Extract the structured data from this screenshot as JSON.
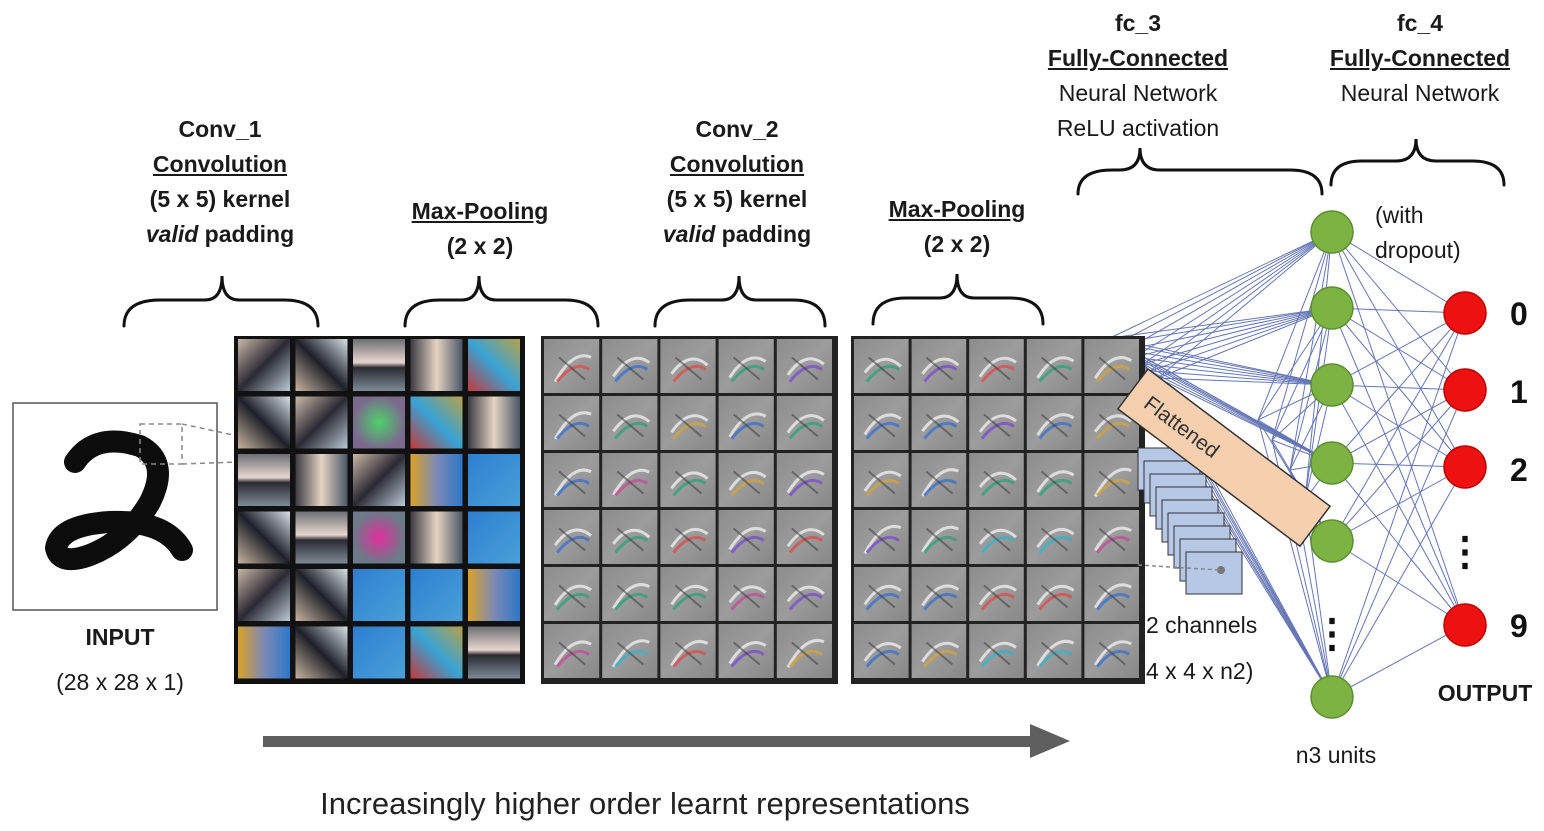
{
  "colors": {
    "neuron_hidden": "#7cb342",
    "neuron_output": "#ee1111",
    "connections": "#4a5fa8",
    "flatten_bar": "#f6cfae",
    "feature_maps": "#b7c7e6",
    "arrow": "#5f5f5f"
  },
  "layers": {
    "conv1": {
      "name": "Conv_1",
      "type": "Convolution",
      "kernel": "(5 x 5) kernel",
      "pad_word": "valid",
      "pad_rest": " padding"
    },
    "pool1": {
      "type": "Max-Pooling",
      "size": "(2 x 2)"
    },
    "conv2": {
      "name": "Conv_2",
      "type": "Convolution",
      "kernel": "(5 x 5) kernel",
      "pad_word": "valid",
      "pad_rest": " padding"
    },
    "pool2": {
      "type": "Max-Pooling",
      "size": "(2 x 2)"
    },
    "fc3": {
      "name": "fc_3",
      "type": "Fully-Connected",
      "line1": "Neural Network",
      "line2": "ReLU activation"
    },
    "fc4": {
      "name": "fc_4",
      "type": "Fully-Connected",
      "line1": "Neural Network"
    }
  },
  "input": {
    "label": "INPUT",
    "dims": "(28 x 28 x 1)"
  },
  "flatten": {
    "label": "Flattened",
    "channels": "2 channels",
    "dims": "4 x 4 x n2)"
  },
  "fc3_units": "n3 units",
  "dropout": {
    "line1": "(with",
    "line2": "dropout)"
  },
  "output": {
    "label": "OUTPUT",
    "classes": [
      "0",
      "1",
      "2",
      "9"
    ]
  },
  "ellipsis": "⋮",
  "caption": "Increasingly higher order learnt representations",
  "icons": [
    "input-digit-image",
    "filter-grid-image",
    "right-arrow-icon",
    "brace-icon"
  ]
}
